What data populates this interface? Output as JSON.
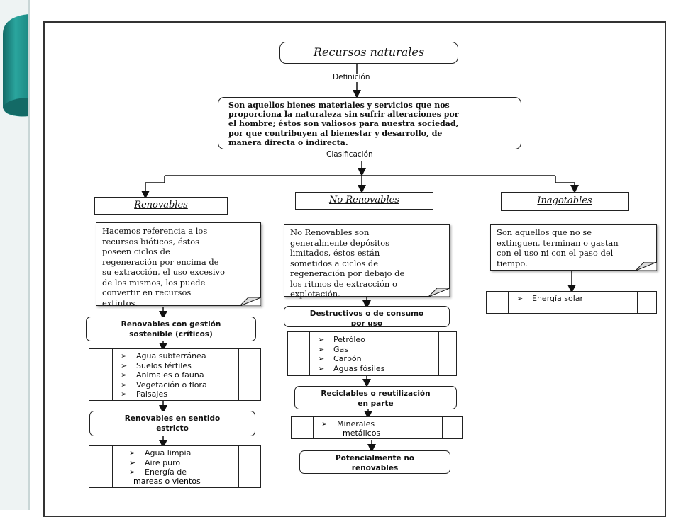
{
  "root": {
    "title": "Recursos naturales"
  },
  "edge_labels": {
    "definicion": "Definición",
    "clasificacion": "Clasificación"
  },
  "definition": {
    "lines": [
      "Son aquellos bienes materiales y servicios  que nos",
      "proporciona la naturaleza sin sufrir alteraciones por",
      "el hombre; éstos son valiosos para nuestra sociedad,",
      "por que contribuyen al bienestar y desarrollo, de",
      "manera directa o indirecta."
    ]
  },
  "categories": {
    "renovables": {
      "title": "Renovables",
      "note_lines": [
        "Hacemos referencia a los",
        "recursos bióticos, éstos",
        "poseen ciclos de",
        "regeneración por encima de",
        "su extracción, el uso excesivo",
        "de los mismos, los puede",
        "convertir en recursos",
        "extintos."
      ],
      "sub1": {
        "title_lines": [
          "Renovables con gestión",
          "sostenible (críticos)"
        ],
        "items": [
          "Agua subterránea",
          "Suelos fértiles",
          "Animales o fauna",
          "Vegetación o flora",
          "Paisajes"
        ]
      },
      "sub2": {
        "title_lines": [
          "Renovables en sentido",
          "estricto"
        ],
        "items": [
          "Agua limpia",
          "Aire puro",
          "Energía de"
        ],
        "continuation": "mareas o vientos"
      }
    },
    "no_renovables": {
      "title": "No Renovables",
      "note_lines": [
        "No Renovables son",
        "generalmente depósitos",
        "limitados, éstos están",
        "sometidos a ciclos de",
        "regeneración por debajo de",
        "los ritmos de extracción o",
        "explotación."
      ],
      "sub1": {
        "title_lines": [
          "Destructivos o de consumo",
          "por uso"
        ],
        "items": [
          "Petróleo",
          "Gas",
          "Carbón",
          "Aguas fósiles"
        ]
      },
      "sub2": {
        "title_lines": [
          "Reciclables o reutilización",
          "en parte"
        ],
        "items": [
          "Minerales"
        ],
        "continuation": "metálicos"
      },
      "sub3": {
        "title_lines": [
          "Potencialmente no",
          "renovables"
        ]
      }
    },
    "inagotables": {
      "title": "Inagotables",
      "note_lines": [
        "Son aquellos que no se",
        "extinguen, terminan o gastan",
        "con el uso ni con el paso del",
        "tiempo."
      ],
      "items": [
        "Energía solar"
      ]
    }
  },
  "bullet_glyph": "➢",
  "colors": {
    "teal": "#1f8f8a",
    "teal_dark": "#136a66",
    "frame": "#333333"
  }
}
